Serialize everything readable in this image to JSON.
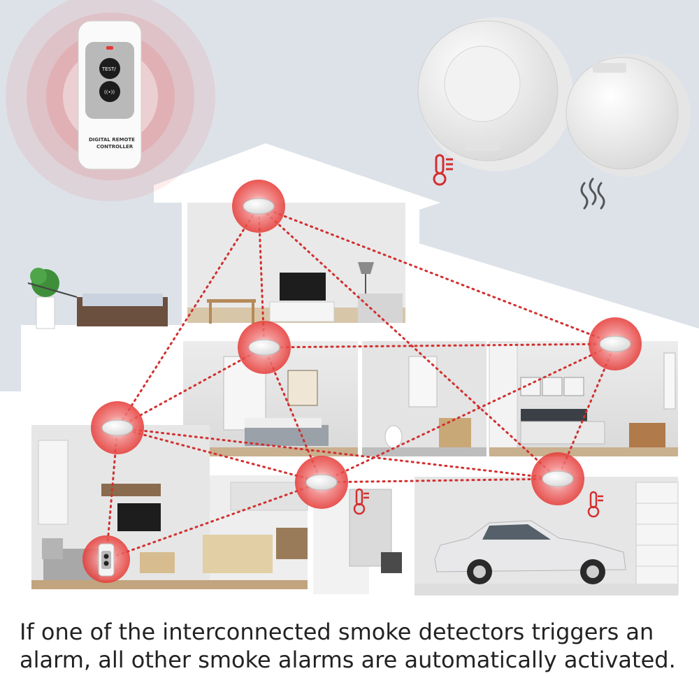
{
  "caption": {
    "line1": "If one of the interconnected smoke detectors triggers an",
    "line2": "alarm, all other smoke alarms are automatically activated."
  },
  "remote": {
    "line1": "DIGITAL REMOTE",
    "line2": "CONTROLLER",
    "test_label": "TEST/",
    "led_color": "#e53935"
  },
  "colors": {
    "background": "#dde2e9",
    "house_wall": "#ffffff",
    "alarm_glow": "#e53935",
    "link_line": "#d32f2f"
  },
  "icons": [
    "thermometer-icon",
    "smoke-icon"
  ]
}
